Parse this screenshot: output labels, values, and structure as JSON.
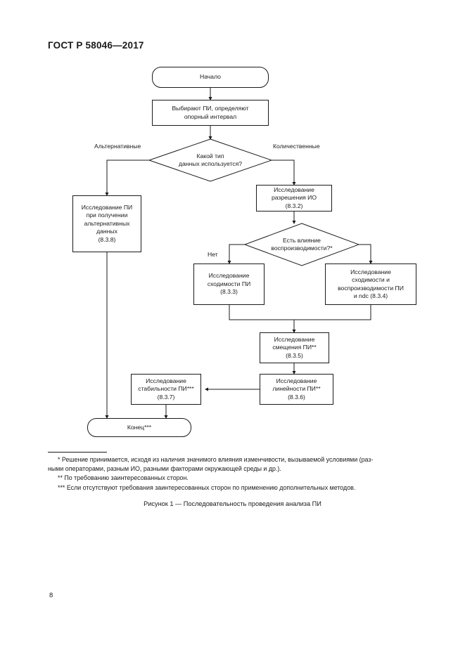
{
  "document": {
    "standard_header": "ГОСТ Р 58046—2017",
    "page_number": "8",
    "figure_caption": "Рисунок 1 — Последовательность проведения анализа ПИ"
  },
  "flowchart": {
    "nodes": {
      "start": "Начало",
      "select_mi": "Выбирают ПИ, определяют\nопорный интервал",
      "decision_data_type": "Какой тип\nданных используется?",
      "alternative_branch": "Исследование ПИ\nпри получении\nальтернативных\nданных\n(8.3.8)",
      "resolution_study": "Исследование\nразрешения ИО\n(8.3.2)",
      "decision_reproducibility": "Есть влияние\nвоспроизводимости?*",
      "repeatability_study": "Исследование\nсходимости ПИ\n(8.3.3)",
      "repeat_reprod_study": "Исследование\nсходимости и\nвоспроизводимости ПИ\nи ndc (8.3.4)",
      "bias_study": "Исследование\nсмещения ПИ**\n(8.3.5)",
      "linearity_study": "Исследование\nлинейности ПИ**\n(8.3.6)",
      "stability_study": "Исследование\nстабильности ПИ***\n(8.3.7)",
      "end": "Конец***"
    },
    "edge_labels": {
      "alternative": "Альтернативные",
      "quantitative": "Количественные",
      "no": "Нет"
    },
    "colors": {
      "stroke": "#1a1a1a",
      "fill": "#ffffff"
    }
  },
  "footnotes": {
    "note1_line1": "* Решение принимается, исходя из наличия значимого влияния изменчивости, вызываемой условиями (раз-",
    "note1_line2": "ными операторами, разным ИО, разными факторами окружающей среды и др.).",
    "note2": "** По требованию заинтересованных сторон.",
    "note3": "*** Если отсутствуют требования заинтересованных сторон по применению дополнительных методов."
  }
}
